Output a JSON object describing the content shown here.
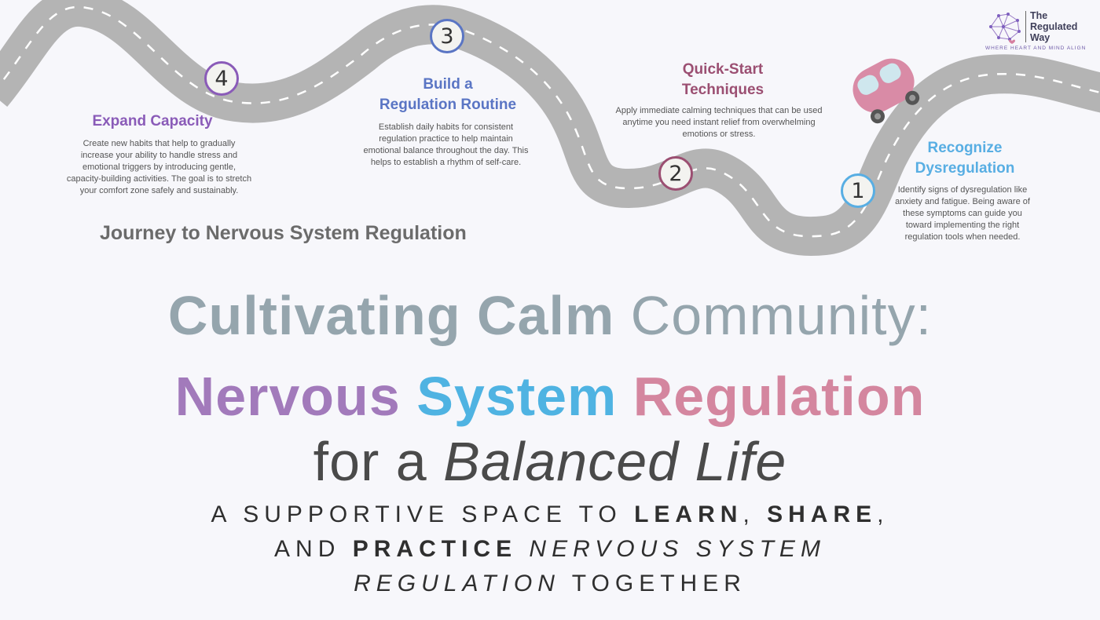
{
  "logo": {
    "name_line1": "The",
    "name_line2": "Regulated",
    "name_line3": "Way",
    "tagline": "WHERE HEART AND MIND ALIGN"
  },
  "journey_title": "Journey to Nervous System Regulation",
  "steps": [
    {
      "number": "1",
      "title_line1": "Recognize",
      "title_line2": "Dysregulation",
      "desc": [
        "Identify signs of dysregulation like",
        "anxiety and fatigue. Being aware of",
        "these symptoms can guide you",
        "toward implementing the right",
        "regulation tools when needed."
      ],
      "color": "#58aee3"
    },
    {
      "number": "2",
      "title_line1": "Quick-Start",
      "title_line2": "Techniques",
      "desc": [
        "Apply immediate calming techniques that can be used",
        "anytime you need instant relief from overwhelming",
        "emotions or stress."
      ],
      "color": "#9b4f72"
    },
    {
      "number": "3",
      "title_line1": "Build a",
      "title_line2": "Regulation Routine",
      "desc": [
        "Establish daily habits for consistent",
        "regulation practice to help maintain",
        "emotional balance throughout the day.  This",
        "helps to establish a rhythm of self-care."
      ],
      "color": "#5a75c4"
    },
    {
      "number": "4",
      "title_line1": "Expand Capacity",
      "title_line2": "",
      "desc": [
        "Create new habits that help to gradually",
        "increase your ability to handle stress and",
        "emotional triggers by introducing gentle,",
        "capacity-building activities. The goal is to stretch",
        "your comfort zone safely and sustainably."
      ],
      "color": "#8a5bb8"
    }
  ],
  "headline": {
    "line1_bold": "Cultivating Calm",
    "line1_light": "Community:",
    "line2_word1": "Nervous",
    "line2_word2": "System",
    "line2_word3": "Regulation",
    "line3_plain": "for a",
    "line3_italic": "Balanced Life"
  },
  "tagline": {
    "p1": "A SUPPORTIVE SPACE TO",
    "learn": "LEARN",
    "comma1": ",",
    "share": "SHARE",
    "comma2": ",",
    "p2": "AND",
    "practice": "PRACTICE",
    "italic1": "NERVOUS SYSTEM",
    "italic2": "REGULATION",
    "p3": "TOGETHER"
  },
  "colors": {
    "background": "#f7f7fb",
    "road": "#b4b4b4",
    "headline_grey": "#95a5ad",
    "purple": "#a27abb",
    "blue": "#4fb3e2",
    "pink": "#d4869f",
    "car": "#d98ba6"
  }
}
